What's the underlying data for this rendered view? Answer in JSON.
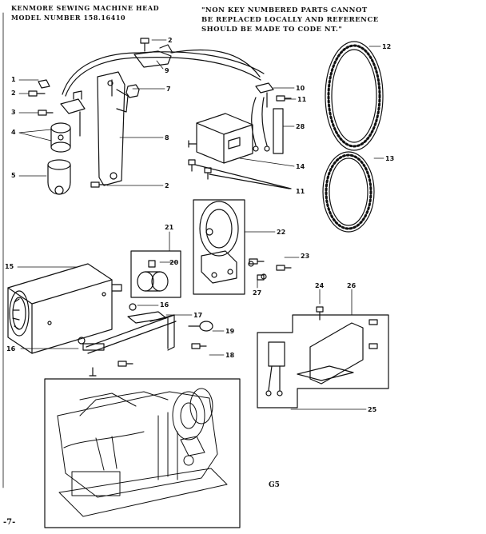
{
  "header": {
    "line1": "KENMORE SEWING MACHINE HEAD",
    "line2": "MODEL NUMBER 158.16410"
  },
  "note": {
    "line1": "\"NON KEY NUMBERED PARTS CANNOT",
    "line2": "BE REPLACED LOCALLY AND REFERENCE",
    "line3": "SHOULD BE MADE TO CODE NT.\""
  },
  "callouts": [
    "1",
    "2",
    "3",
    "4",
    "5",
    "2",
    "9",
    "7",
    "8",
    "2",
    "10",
    "11",
    "12",
    "28",
    "14",
    "13",
    "11",
    "21",
    "20",
    "22",
    "23",
    "27",
    "15",
    "16",
    "17",
    "19",
    "18",
    "16",
    "24",
    "26",
    "25"
  ],
  "code": "G5",
  "page_number": "-7-"
}
